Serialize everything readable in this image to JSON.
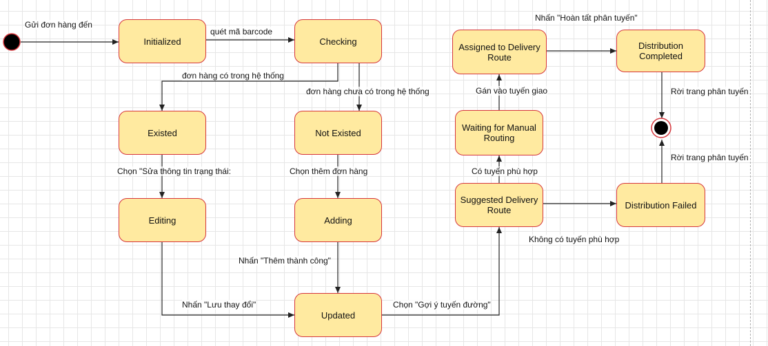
{
  "states": {
    "initialized": "Initialized",
    "checking": "Checking",
    "existed": "Existed",
    "not_existed": "Not Existed",
    "editing": "Editing",
    "adding": "Adding",
    "updated": "Updated",
    "suggested": "Suggested Delivery Route",
    "waiting": "Waiting for Manual Routing",
    "assigned": "Assigned to Delivery Route",
    "completed": "Distribution Completed",
    "failed": "Distribution Failed"
  },
  "transitions": {
    "send_order": "Gửi đơn hàng đến",
    "scan_barcode": "quét mã barcode",
    "order_in_system": "đơn hàng có trong hệ thống",
    "order_not_in_system": "đơn hàng chưa có trong hệ thống",
    "choose_edit": "Chọn \"Sửa thông tin trạng thái:",
    "choose_add": "Chọn thêm đơn hàng",
    "press_add_success": "Nhấn \"Thêm thành công\"",
    "press_save": "Nhấn \"Lưu thay đổi\"",
    "choose_suggest": "Chọn \"Gợi ý tuyến đường\"",
    "has_route": "Có tuyến phù hợp",
    "no_route": "Không có tuyến phù hợp",
    "assign_route": "Gán vào tuyến giao",
    "press_complete": "Nhấn \"Hoàn tất phân tuyến\"",
    "leave_page_1": "Rời trang phân tuyến",
    "leave_page_2": "Rời trang phân tuyến"
  },
  "colors": {
    "state_fill": "#ffeaa0",
    "state_border": "#d5343a",
    "arrow": "#222222"
  }
}
